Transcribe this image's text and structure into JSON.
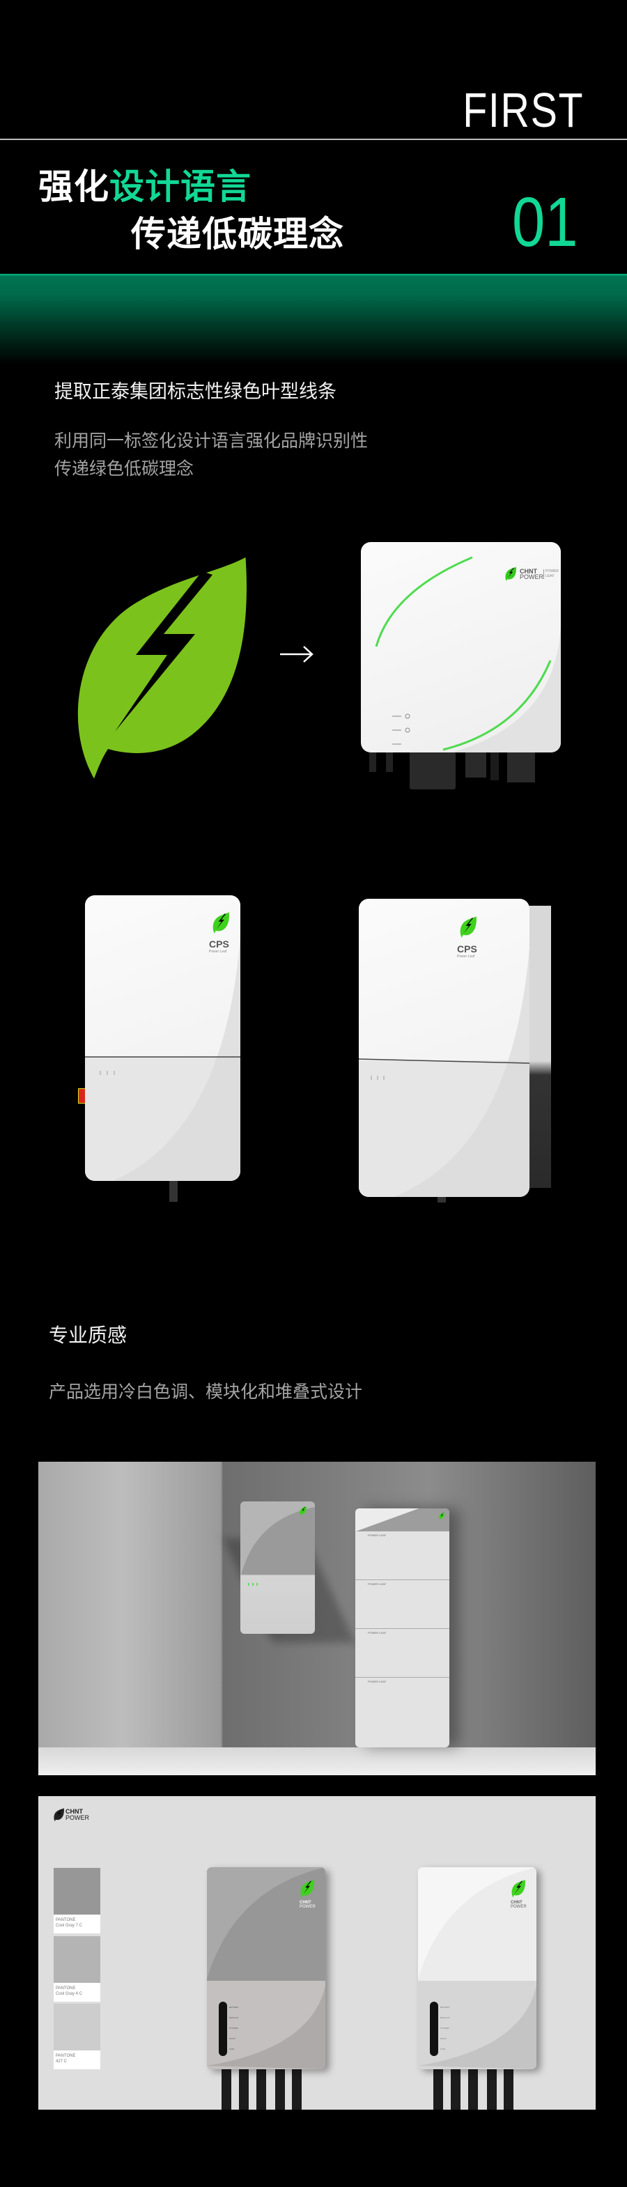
{
  "header": {
    "section_label": "FIRST",
    "title_line1_white": "强化",
    "title_line1_green": "设计语言",
    "title_line2": "传递低碳理念",
    "section_number": "01"
  },
  "section1": {
    "heading": "提取正泰集团标志性绿色叶型线条",
    "desc_line1": "利用同一标签化设计语言强化品牌识别性",
    "desc_line2": "传递绿色低碳理念"
  },
  "products": {
    "brand_top": "CHNT",
    "brand_bottom": "POWER",
    "series_top": "POWER",
    "series_bottom": "LEAF",
    "cps": "CPS",
    "cps_sub": "Power Leaf",
    "battery_module_label": "POWER LEAF"
  },
  "section2": {
    "heading": "专业质感",
    "desc": "产品选用冷白色调、模块化和堆叠式设计"
  },
  "palette": {
    "logo_top": "CHNT",
    "logo_bottom": "POWER",
    "swatches": [
      {
        "brand": "PANTONE",
        "name": "Cool Gray 7 C",
        "color": "#979797"
      },
      {
        "brand": "PANTONE",
        "name": "Cool Gray 4 C",
        "color": "#b4b4b4"
      },
      {
        "brand": "PANTONE",
        "name": "427 C",
        "color": "#cdcdcd"
      }
    ]
  },
  "indicator_labels": [
    "BATTERY",
    "BACK-UP",
    "SYSTEM",
    "FAULT",
    "COM"
  ],
  "colors": {
    "accent": "#12d896",
    "leaf_green": "#7cc21c",
    "led_green": "#2fdc2f"
  }
}
